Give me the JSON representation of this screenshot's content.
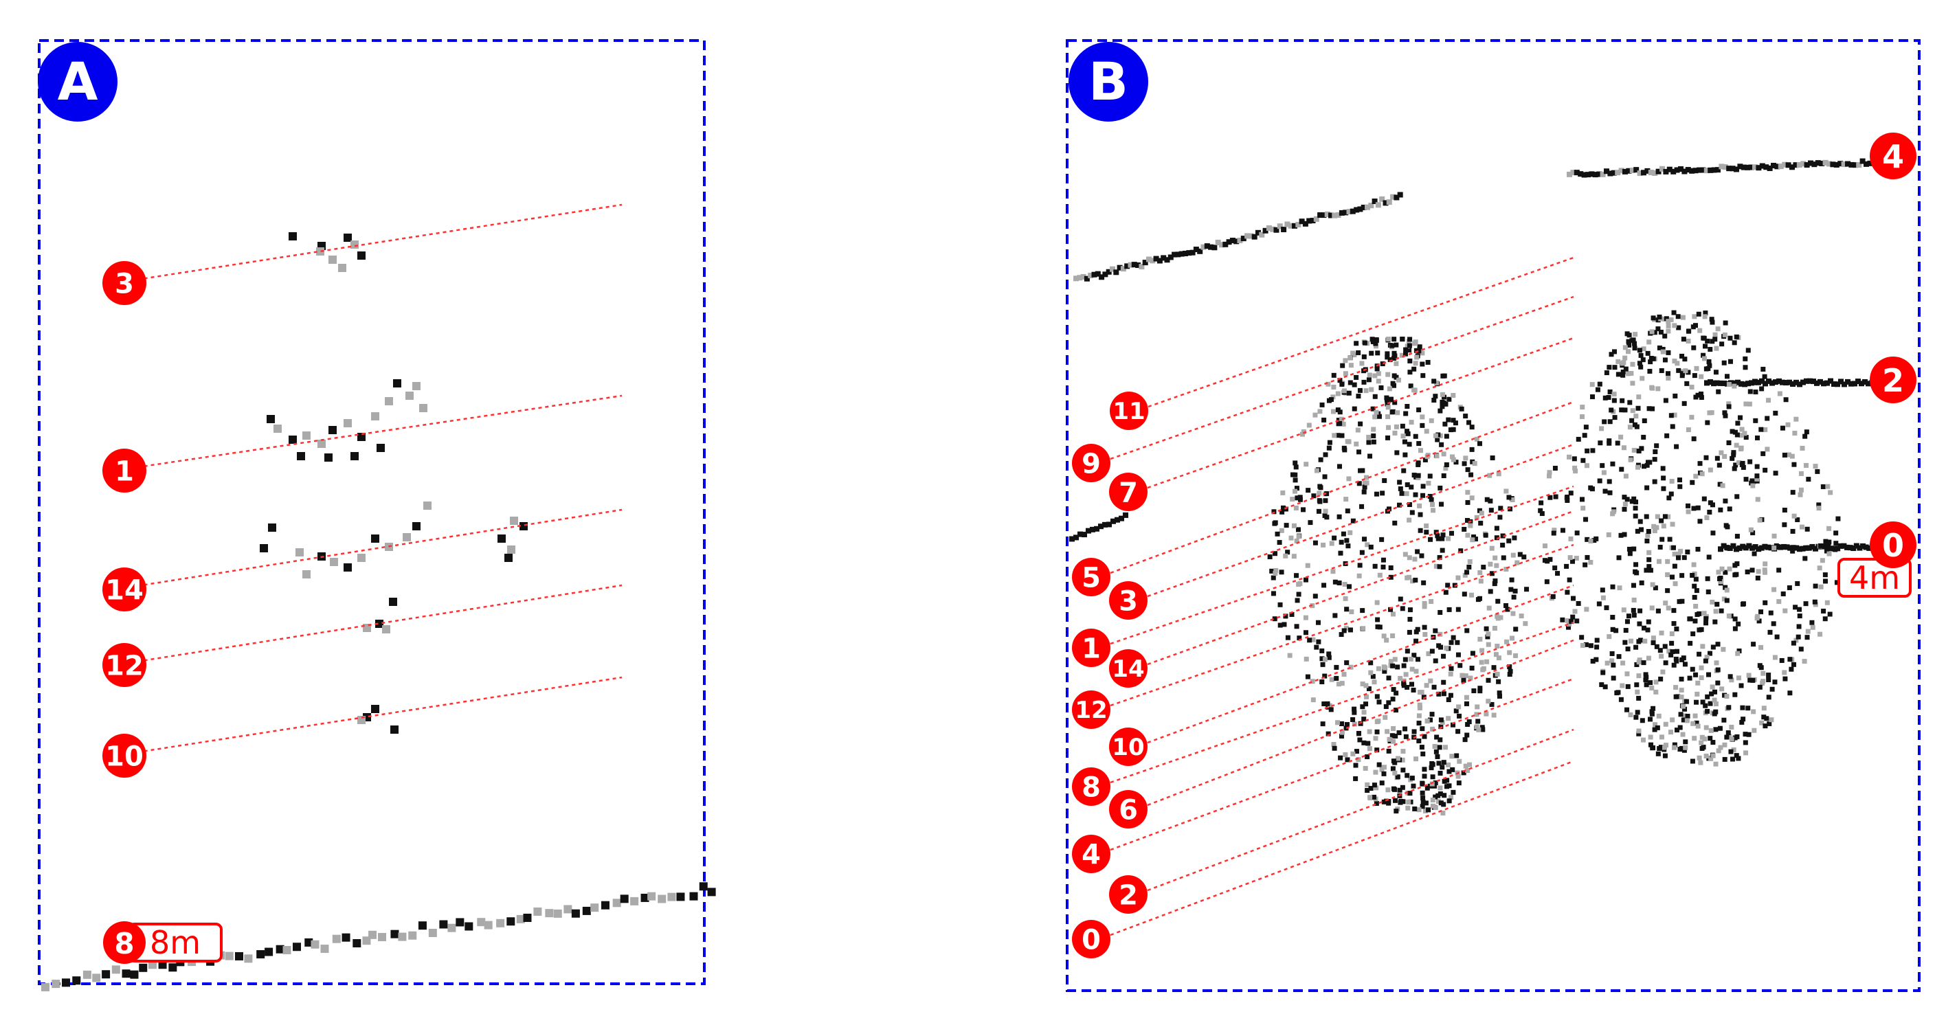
{
  "colors": {
    "frame": "#0000ee",
    "badge": "#0000ee",
    "marker": "#ff0000",
    "marker_text": "#ffffff",
    "guide_line": "#ff3030",
    "point_dark": "#111111",
    "point_light": "#aaaaaa"
  },
  "panel_a": {
    "label": "A",
    "scale_marker_label": "8",
    "scale_text": "8m",
    "ring_labels": [
      "3",
      "1",
      "14",
      "12",
      "10"
    ]
  },
  "panel_b": {
    "label": "B",
    "scale_marker_label": "0",
    "scale_text": "4m",
    "right_labels": [
      "4",
      "2"
    ],
    "ring_labels": [
      "11",
      "9",
      "7",
      "5",
      "3",
      "1",
      "14",
      "12",
      "10",
      "8",
      "6",
      "4",
      "2",
      "0"
    ]
  }
}
